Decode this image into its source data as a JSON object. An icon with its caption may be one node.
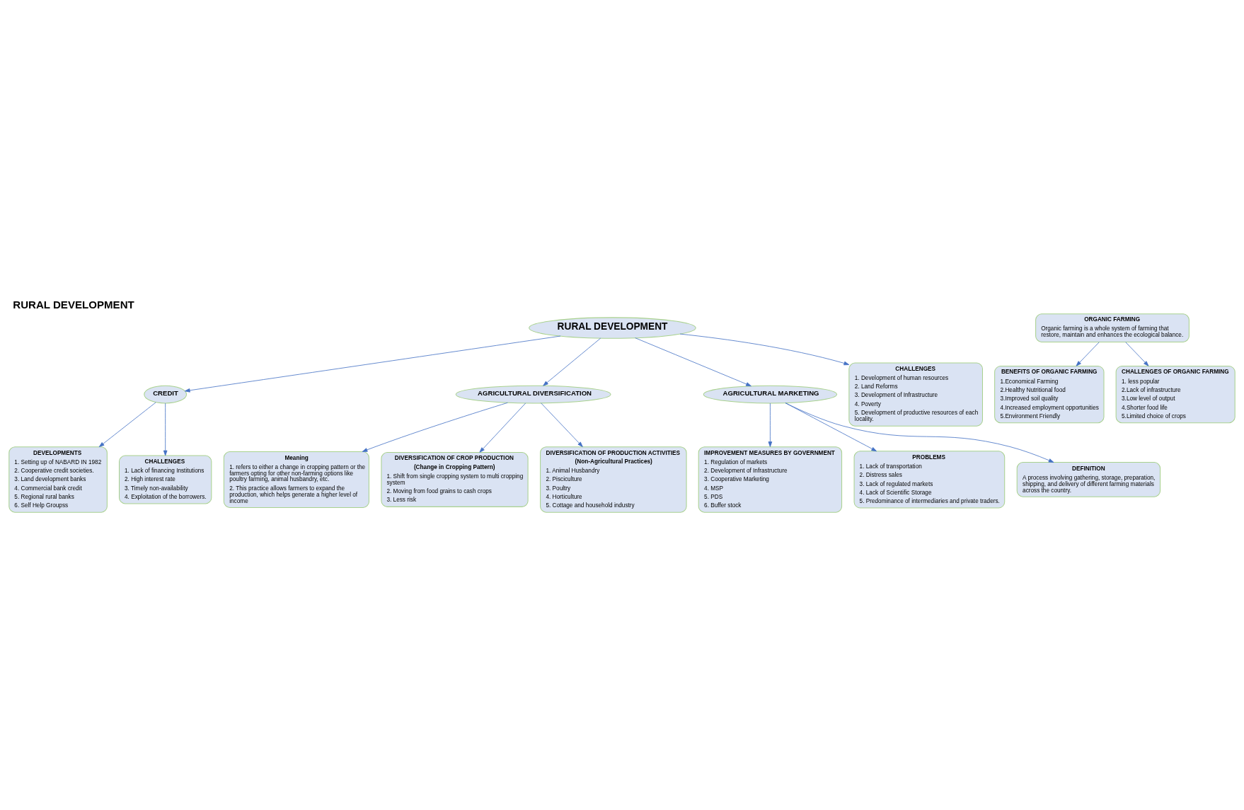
{
  "diagram": {
    "title": "RURAL DEVELOPMENT",
    "nodes": [
      {
        "text": [
          "RURAL DEVELOPMENT"
        ]
      },
      {
        "text": [
          "CREDIT"
        ]
      },
      {
        "text": [
          "AGRICULTURAL DIVERSIFICATION"
        ]
      },
      {
        "text": [
          "AGRICULTURAL MARKETING"
        ]
      },
      {
        "text": [
          "DEVELOPMENTS",
          "1. Setting up of NABARD IN 1982",
          "2. Cooperative credit societies.",
          "3. Land development banks",
          "4. Commercial bank credit",
          "5. Regional rural banks",
          "6. Self Help Groupss"
        ]
      },
      {
        "text": [
          "CHALLENGES",
          "1. Lack of financing Institutions",
          "2. High interest rate",
          "3. Timely non-availability",
          "4. Exploitation of the borrowers."
        ]
      },
      {
        "text": [
          "CHALLENGES",
          "1. Development of human resources",
          "2. Land Reforms",
          "3. Development of Infrastructure",
          "4. Poverty",
          "5. Development of productive resources of each locality."
        ]
      },
      {
        "text": [
          "Meaning",
          "1. refers to either a change in cropping pattern or the farmers opting for other non-farming options like poultry farming, animal husbandry, etc.",
          "2. This practice allows farmers to expand the production, which helps generate a higher level of income"
        ]
      },
      {
        "text": [
          "DIVERSIFICATION OF CROP PRODUCTION",
          "(Change in Cropping Pattern)",
          "1. Shift from single cropping system to multi cropping system",
          "2. Moving from food grains to cash crops",
          "3. Less risk"
        ]
      },
      {
        "text": [
          "DIVERSIFICATION OF PRODUCTION ACTIVITIES",
          "(Non-Agricultural Practices)",
          "1. Animal Husbandry",
          "2. Pisciculture",
          "3. Poultry",
          "4. Horticulture",
          "5. Cottage and household industry"
        ]
      },
      {
        "text": [
          "IMPROVEMENT MEASURES BY GOVERNMENT",
          "1. Regulation of markets",
          "2. Development of Infrastructure",
          "3. Cooperative Marketing",
          "4. MSP",
          "5. PDS",
          "6. Buffer stock"
        ]
      },
      {
        "text": [
          "PROBLEMS",
          "1. Lack of transportation",
          "2. Distress sales",
          "3. Lack of regulated markets",
          "4. Lack of Scientific Storage",
          "5. Predominance of intermediaries and private traders."
        ]
      },
      {
        "text": [
          "DEFINITION",
          "A process involving gathering, storage, preparation, shipping, and delivery of different farming materials across the country."
        ]
      },
      {
        "text": [
          "ORGANIC FARMING",
          "Organic farming is a whole system of farming that restore, maintain and enhances the ecological balance."
        ]
      },
      {
        "text": [
          "BENEFITS OF ORGANIC FARMING",
          "1.Economical Farming",
          "2.Healthy Nutritional food",
          "3.Improved soil quality",
          "4.Increased employment opportunities",
          "5.Environment Friendly"
        ]
      },
      {
        "text": [
          "CHALLENGES OF ORGANIC FARMING",
          "1. less popular",
          "2.Lack of infrastructure",
          "3.Low level of output",
          "4.Shorter food life",
          "5.Limited choice of crops"
        ]
      }
    ],
    "edges": [
      {
        "from": 0,
        "to": 1,
        "arrow": "to"
      },
      {
        "from": 0,
        "to": 2,
        "arrow": "to"
      },
      {
        "from": 0,
        "to": 3,
        "arrow": "to"
      },
      {
        "from": 0,
        "to": 6,
        "arrow": "to"
      },
      {
        "from": 1,
        "to": 4,
        "arrow": "to"
      },
      {
        "from": 1,
        "to": 5,
        "arrow": "to"
      },
      {
        "from": 2,
        "to": 7,
        "arrow": "to"
      },
      {
        "from": 2,
        "to": 8,
        "arrow": "to"
      },
      {
        "from": 2,
        "to": 9,
        "arrow": "to"
      },
      {
        "from": 3,
        "to": 11,
        "arrow": "to"
      },
      {
        "from": 3,
        "to": 12,
        "arrow": "to"
      },
      {
        "from": 3,
        "to": 10,
        "arrow": "to"
      },
      {
        "from": 13,
        "to": 14,
        "arrow": "to"
      },
      {
        "from": 13,
        "to": 15,
        "arrow": "to"
      }
    ]
  }
}
